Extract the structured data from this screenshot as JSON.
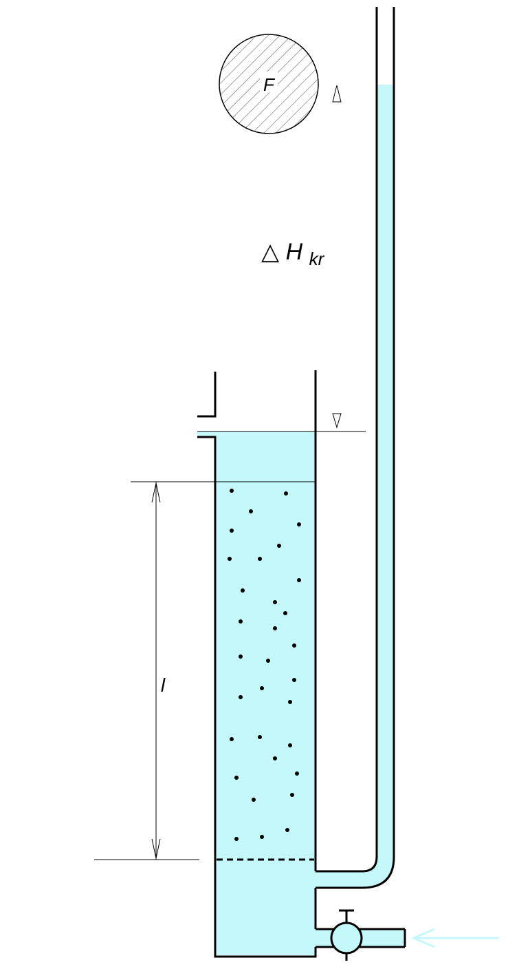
{
  "labels": {
    "cross_section": "F",
    "delta_symbol": "△",
    "head_main": "H",
    "head_sub": "kr",
    "length": "l"
  },
  "colors": {
    "water": "#c4f8fa",
    "stroke": "#000000",
    "inflow_arrow": "#c4f8fa"
  },
  "icons": {
    "valve": "valve-icon",
    "inflow": "arrow-left-icon",
    "level_marker": "level-triangle-icon",
    "area_hatch": "hatched-circle-icon"
  }
}
